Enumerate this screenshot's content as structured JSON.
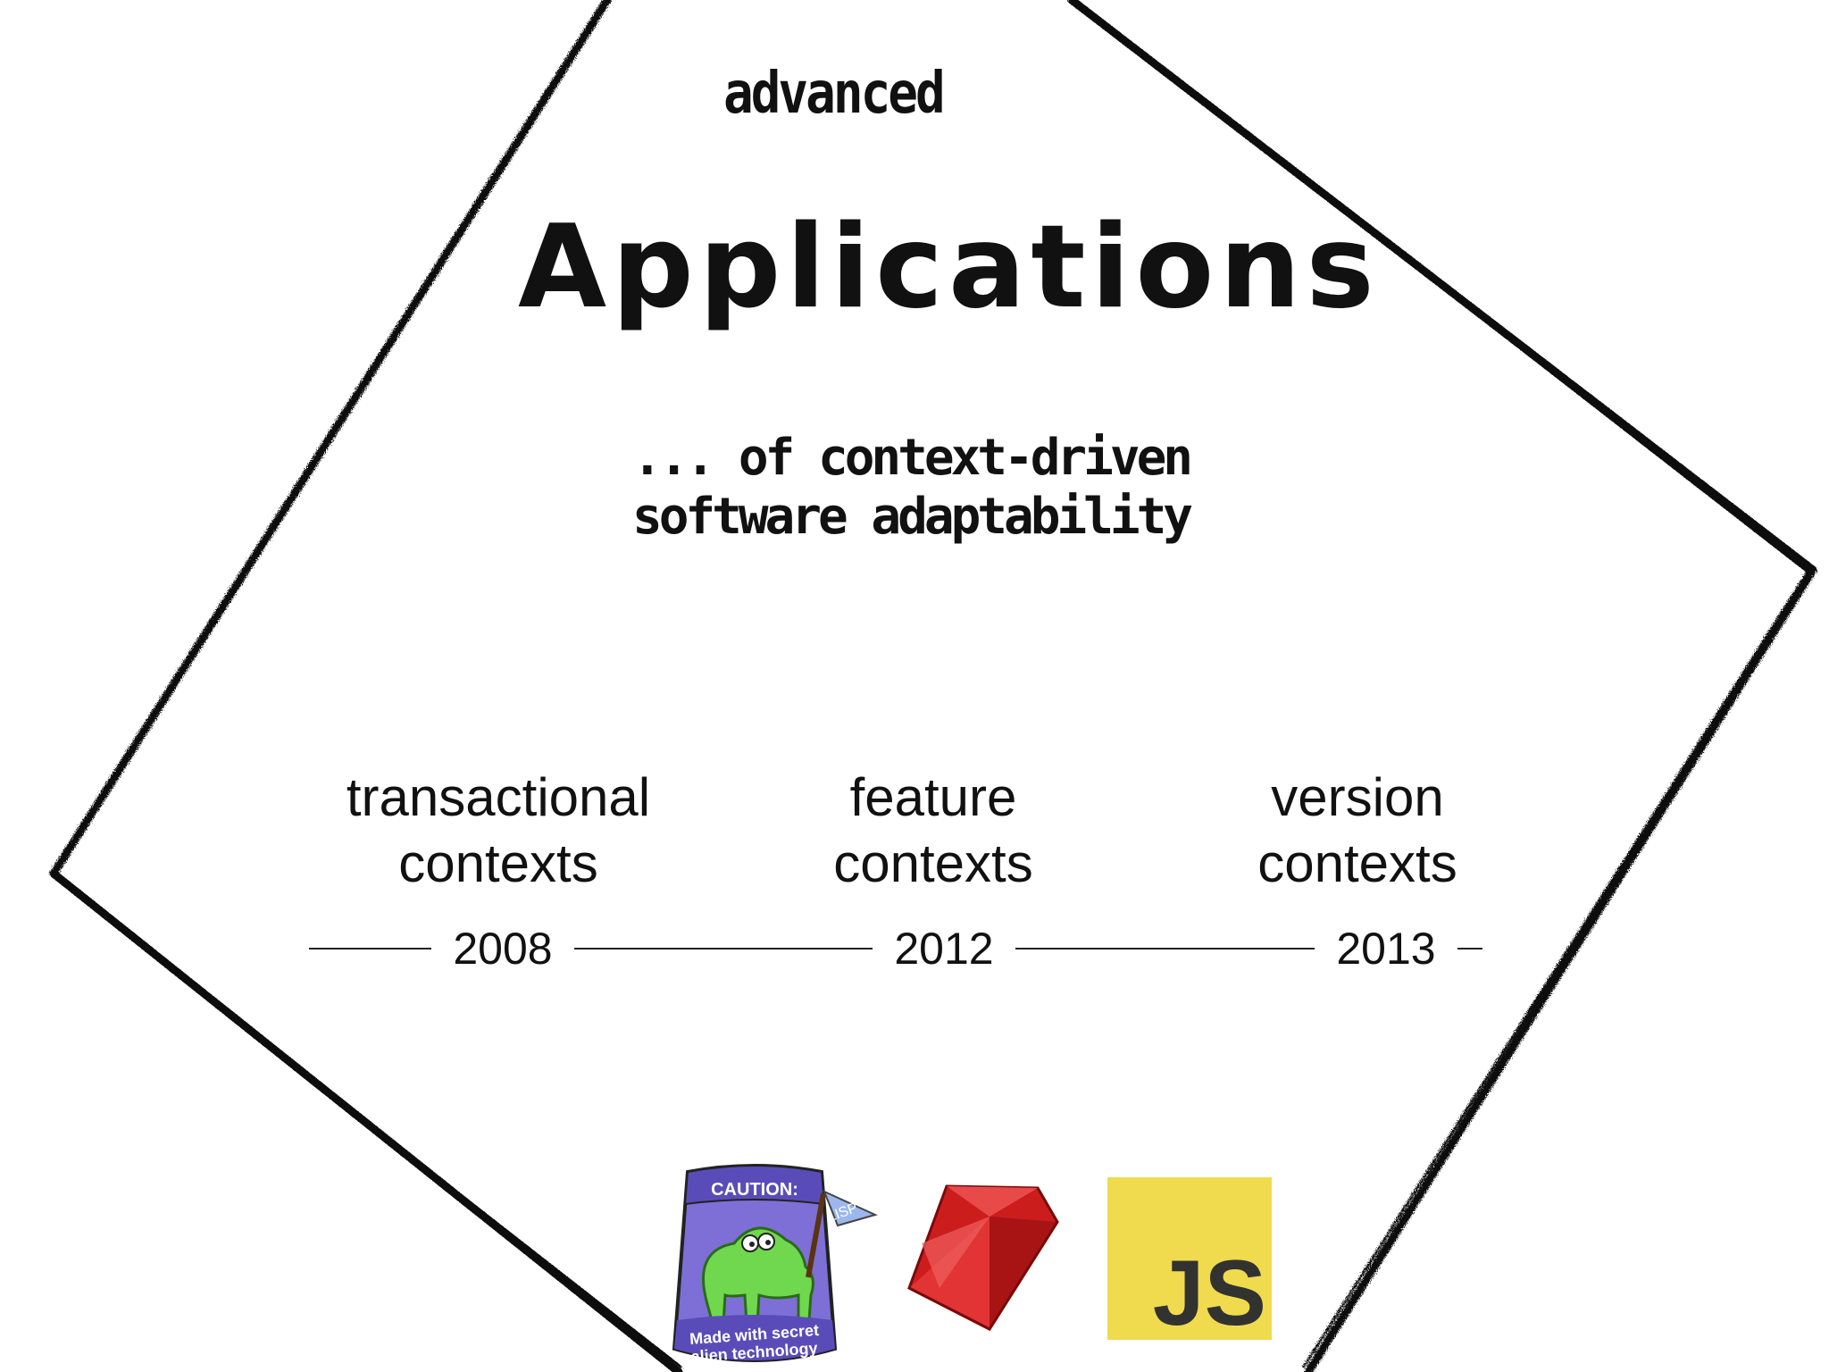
{
  "slide": {
    "kicker": "advanced",
    "title": "Applications",
    "subtitle_line1": "... of context-driven",
    "subtitle_line2": "software adaptability"
  },
  "contexts": [
    {
      "line1": "transactional",
      "line2": "contexts",
      "year": "2008"
    },
    {
      "line1": "feature",
      "line2": "contexts",
      "year": "2012"
    },
    {
      "line1": "version",
      "line2": "contexts",
      "year": "2013"
    }
  ],
  "logos": {
    "lisp_header": "CAUTION:",
    "lisp_flag": "LISP",
    "lisp_footer_line1": "Made with secret",
    "lisp_footer_line2": "alien technology",
    "js_text": "JS"
  },
  "colors": {
    "ink": "#111111",
    "js_yellow": "#f0db4f",
    "ruby_red": "#cc1d1d",
    "lisp_purple": "#7e6fd6",
    "lisp_green": "#6fd84f"
  }
}
